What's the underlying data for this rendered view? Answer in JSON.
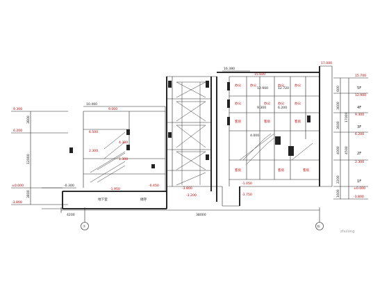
{
  "drawing": {
    "axes": [
      "⑦",
      "⑮"
    ],
    "dim_bottom": [
      "4200",
      "38000"
    ],
    "watermark": "zhulong"
  },
  "left_levels": [
    {
      "value": "9.300"
    },
    {
      "value": "6.200"
    },
    {
      "value": "±0.000"
    },
    {
      "value": "-3.800"
    }
  ],
  "left_dims": [
    "3800",
    "12000",
    "3800"
  ],
  "right_levels": [
    {
      "floor": "",
      "value": "15.700"
    },
    {
      "floor": "5F",
      "value": "12.900"
    },
    {
      "floor": "4F",
      "value": "9.300"
    },
    {
      "floor": "3F",
      "value": "6.200"
    },
    {
      "floor": "2F",
      "value": "2.300"
    },
    {
      "floor": "1F",
      "value": "±0.000"
    },
    {
      "floor": "",
      "value": "-3.800"
    }
  ],
  "right_dims": [
    "600",
    "3600",
    "3600",
    "4000",
    "4500",
    "2200",
    "1600",
    "17000"
  ],
  "top_labels": [
    "16.380",
    "15.600",
    "17.000"
  ],
  "left_block": {
    "elev": [
      "10.460",
      "9.000",
      "6.500",
      "4.300",
      "2.300",
      "1.300",
      "-0.300",
      "-0.450",
      "-1.950"
    ],
    "rooms": [
      "地下室",
      "储存"
    ]
  },
  "core": {
    "elev": [
      "-3.800",
      "-3.200"
    ]
  },
  "right_block": {
    "elev": [
      "12.900",
      "12.720",
      "9.300",
      "6.200",
      "4.000",
      "-1.050",
      "-3.750"
    ],
    "rooms": [
      "办公",
      "办公",
      "办公",
      "办公",
      "办公",
      "办公",
      "办公",
      "办公",
      "客房",
      "客房",
      "客房",
      "客房",
      "客房",
      "客房"
    ]
  }
}
